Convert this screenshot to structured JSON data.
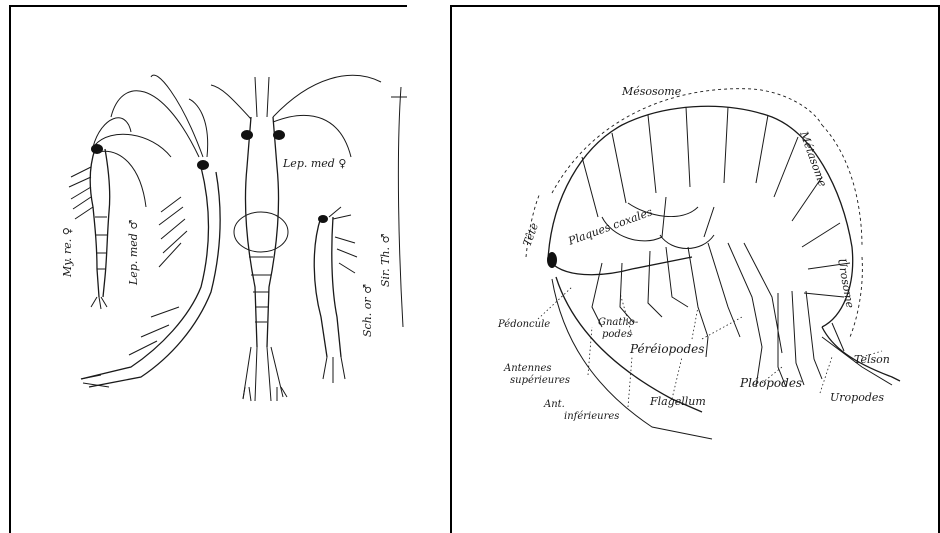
{
  "left_panel": {
    "labels": {
      "mysis": "My. re. ♀",
      "lep_med_male": "Lep. med ♂",
      "lep_med_female": "Lep. med ♀",
      "sch": "Sch. or ♂",
      "sir": "Sir. Th. ♂"
    }
  },
  "right_panel": {
    "labels": {
      "mesosome": "Mésosome",
      "metasome": "Métasome",
      "urosome": "Urosome",
      "tete": "Tête",
      "plaques_coxales": "Plaques coxales",
      "pedoncule": "Pédoncule",
      "gnathopodes_1": "Gnatho-",
      "gnathopodes_2": "podes",
      "pereiopodes": "Péréiopodes",
      "pleopodes": "Pléopodes",
      "telson": "Telson",
      "uropodes": "Uropodes",
      "antennes_sup_1": "Antennes",
      "antennes_sup_2": "supérieures",
      "antennes_inf_1": "Ant.",
      "antennes_inf_2": "inférieures",
      "flagellum": "Flagellum"
    }
  }
}
